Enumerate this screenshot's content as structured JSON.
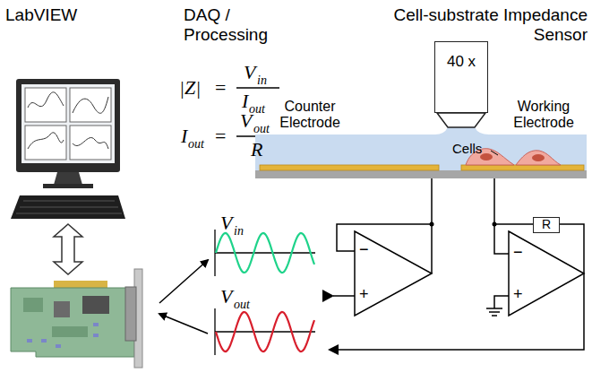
{
  "diagram": {
    "nodes": [
      {
        "text": [
          "40 x"
        ]
      },
      {
        "text": [
          "R"
        ]
      }
    ],
    "labels": [
      "LabVIEW",
      "DAQ / Processing",
      "Cell-substrate Impedance Sensor",
      "Counter Electrode",
      "Working Electrode",
      "Cells",
      "|Z|",
      "=",
      "V",
      "in",
      "I",
      "out",
      "I",
      "out",
      "=",
      "V",
      "out",
      "R",
      "V",
      "in",
      "V",
      "out",
      "−",
      "+",
      "−",
      "+"
    ]
  }
}
